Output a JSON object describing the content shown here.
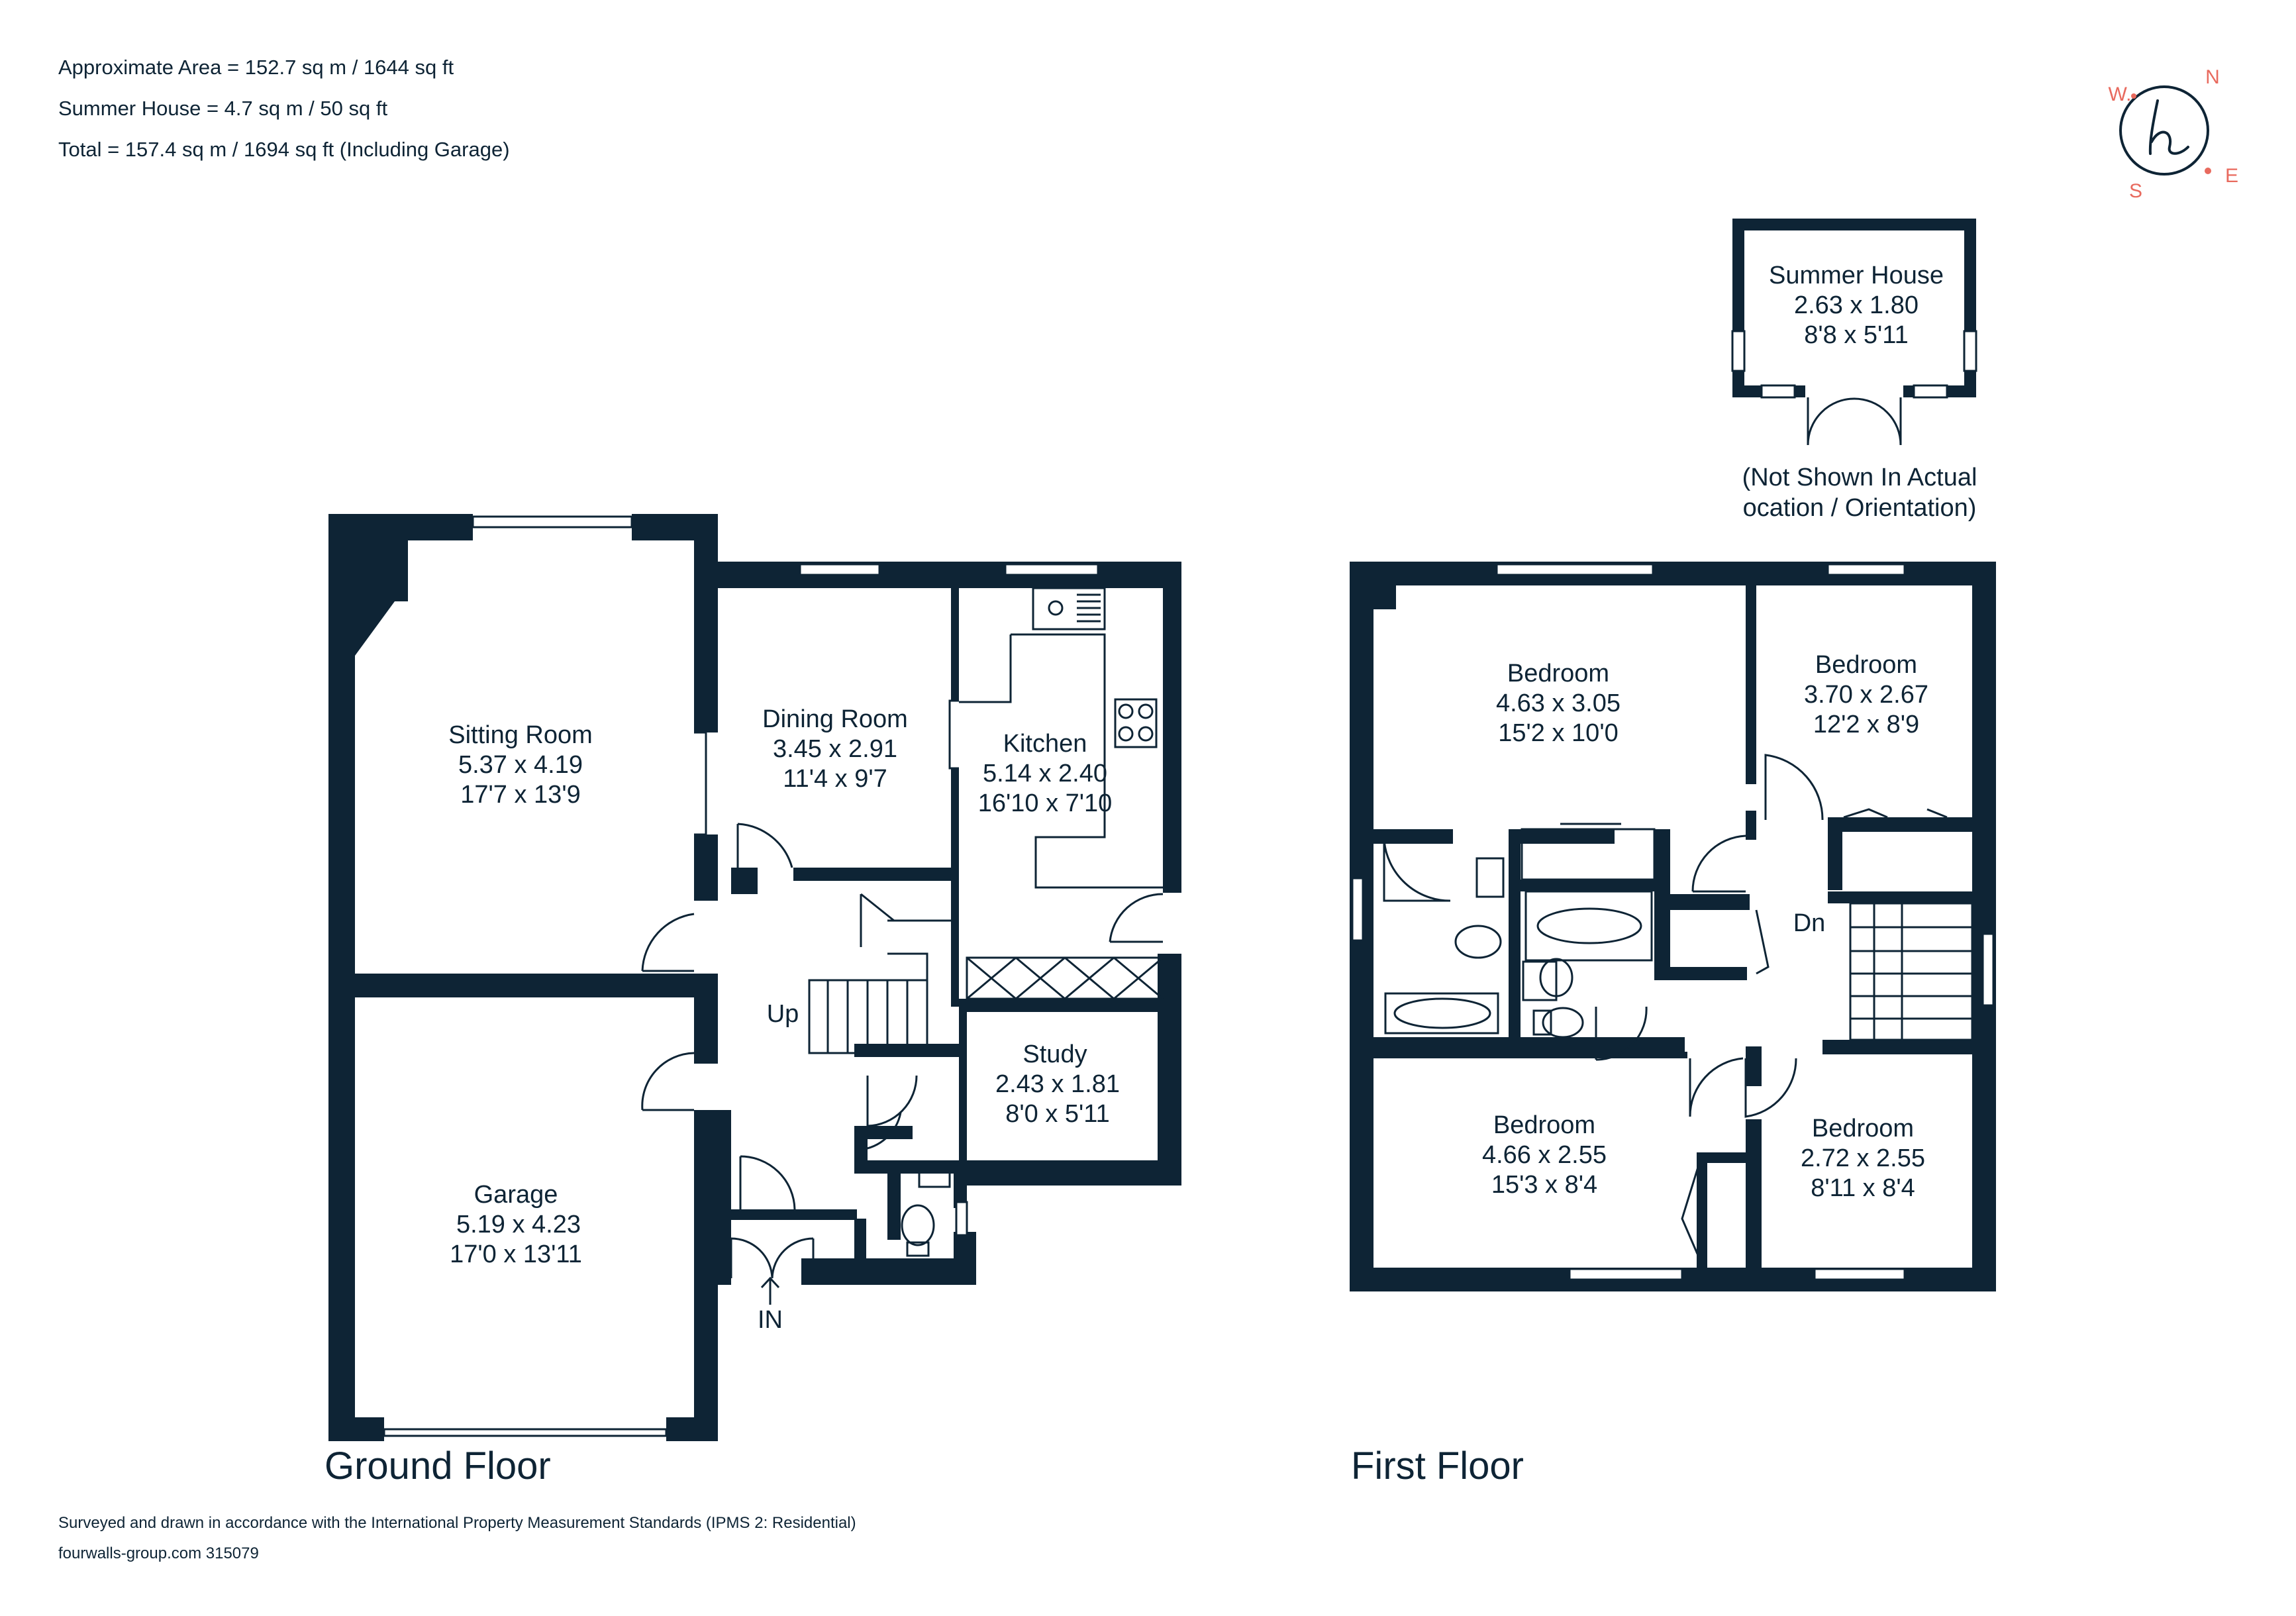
{
  "header": {
    "line1": "Approximate Area = 152.7 sq m / 1644 sq ft",
    "line2": "Summer House = 4.7 sq m / 50 sq ft",
    "line3": "Total = 157.4 sq m / 1694 sq ft (Including Garage)"
  },
  "compass": {
    "n": "N",
    "e": "E",
    "s": "S",
    "w": "W.",
    "logo": "h",
    "accent_color": "#e86a5e"
  },
  "colors": {
    "wall": "#0e2435",
    "background": "#ffffff"
  },
  "summer_house": {
    "name": "Summer House",
    "metric": "2.63 x 1.80",
    "imperial": "8'8 x 5'11",
    "note1": "(Not Shown In Actual",
    "note2": "ocation / Orientation)"
  },
  "ground_floor": {
    "title": "Ground Floor",
    "rooms": [
      {
        "name": "Sitting Room",
        "metric": "5.37 x 4.19",
        "imperial": "17'7 x 13'9"
      },
      {
        "name": "Dining Room",
        "metric": "3.45 x 2.91",
        "imperial": "11'4 x 9'7"
      },
      {
        "name": "Kitchen",
        "metric": "5.14 x 2.40",
        "imperial": "16'10 x 7'10"
      },
      {
        "name": "Study",
        "metric": "2.43 x 1.81",
        "imperial": "8'0 x 5'11"
      },
      {
        "name": "Garage",
        "metric": "5.19 x 4.23",
        "imperial": "17'0 x 13'11"
      }
    ],
    "up_label": "Up",
    "in_label": "IN"
  },
  "first_floor": {
    "title": "First Floor",
    "rooms": [
      {
        "name": "Bedroom",
        "metric": "4.63 x 3.05",
        "imperial": "15'2 x 10'0"
      },
      {
        "name": "Bedroom",
        "metric": "3.70 x 2.67",
        "imperial": "12'2 x 8'9"
      },
      {
        "name": "Bedroom",
        "metric": "4.66 x 2.55",
        "imperial": "15'3 x 8'4"
      },
      {
        "name": "Bedroom",
        "metric": "2.72 x 2.55",
        "imperial": "8'11 x 8'4"
      }
    ],
    "dn_label": "Dn"
  },
  "footer": {
    "line1": "Surveyed and drawn in accordance with the International Property Measurement Standards (IPMS 2: Residential)",
    "line2": "fourwalls-group.com 315079"
  }
}
